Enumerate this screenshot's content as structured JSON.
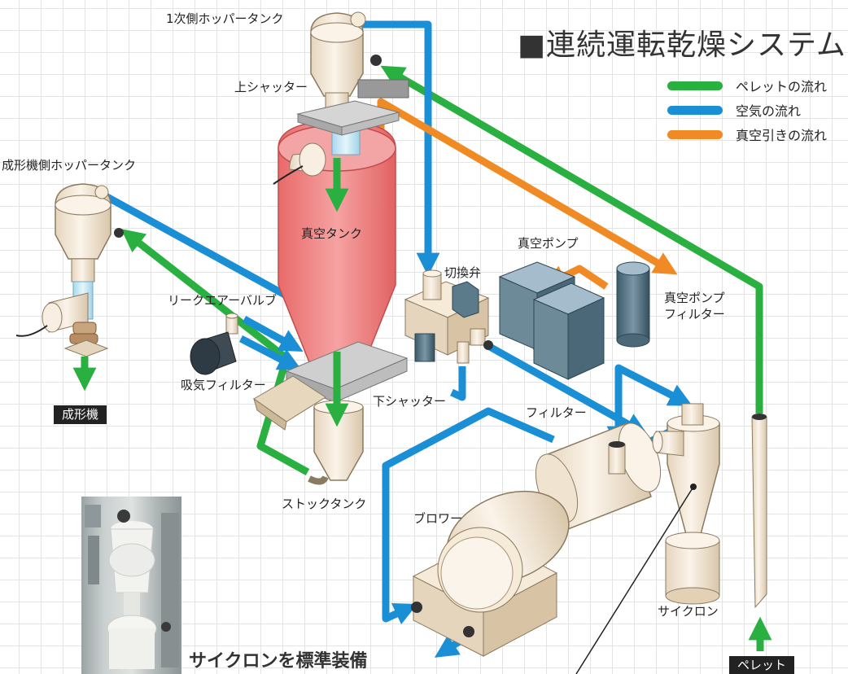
{
  "title": "■連続運転乾燥システム図",
  "legend": [
    {
      "label": "ペレットの流れ",
      "color": "#29b040"
    },
    {
      "label": "空気の流れ",
      "color": "#1b8fd6"
    },
    {
      "label": "真空引きの流れ",
      "color": "#f08a24"
    }
  ],
  "labels": {
    "primary_hopper": "1次側ホッパータンク",
    "upper_shutter": "上シャッター",
    "molding_hopper": "成形機側ホッパータンク",
    "vacuum_tank": "真空タンク",
    "leak_air_valve": "リークエアーバルブ",
    "intake_filter": "吸気フィルター",
    "lower_shutter": "下シャッター",
    "stock_tank": "ストックタンク",
    "switch_valve": "切換弁",
    "vacuum_pump": "真空ポンプ",
    "vacuum_pump_filter": "真空ポンプ\nフィルター",
    "filter": "フィルター",
    "blower": "ブロワー",
    "cyclone": "サイクロン"
  },
  "tags": {
    "molding_machine": "成形機",
    "pellet": "ペレット"
  },
  "caption": "サイクロンを標準装備",
  "colors": {
    "pellet": "#29b040",
    "air": "#1b8fd6",
    "vacuum": "#f08a24",
    "vacuum_tank": "#f08c8c",
    "equipment": "#f6ead8",
    "pump": "#4a6878"
  }
}
